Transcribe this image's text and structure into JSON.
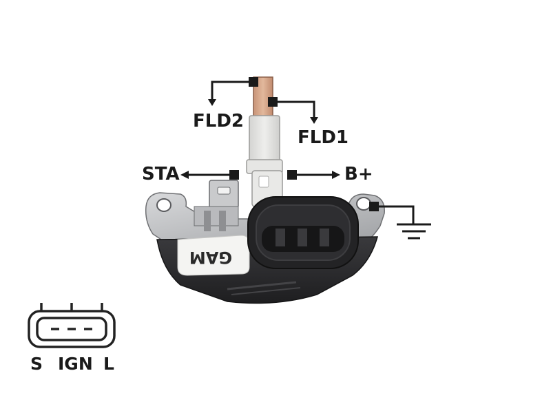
{
  "labels": {
    "fld2": "FLD2",
    "fld1": "FLD1",
    "sta": "STA",
    "bplus": "B+",
    "brand": "GAM"
  },
  "connector_pins": [
    "S",
    "IGN",
    "L"
  ],
  "icons": {
    "ground": "ground-symbol-icon",
    "connector": "three-pin-connector-icon"
  },
  "colors": {
    "housing": "#2d2d30",
    "metal": "#bfc0c2",
    "brush_copper": "#d6a88a",
    "plug_white": "#e4e4e2",
    "leader": "#1a1a1a"
  }
}
